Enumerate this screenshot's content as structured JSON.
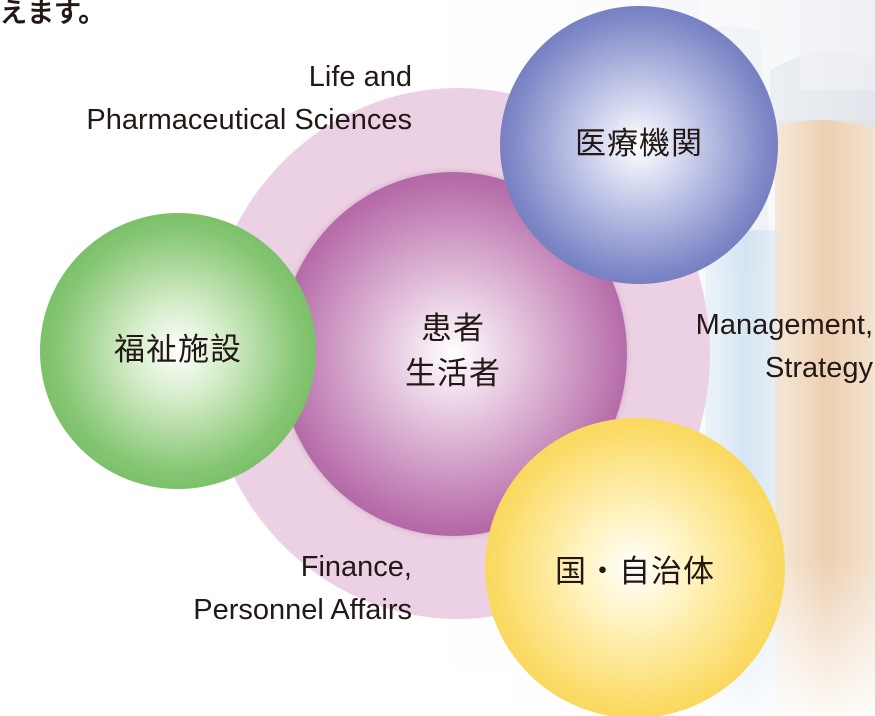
{
  "intro": {
    "text": "えます。"
  },
  "outer_labels": {
    "life_line1": "Life and",
    "life_line2": "Pharmaceutical Sciences",
    "management_line1": "Management,",
    "management_line2": "Strategy",
    "finance_line1": "Finance,",
    "finance_line2": "Personnel Affairs"
  },
  "circles": {
    "medical_institution": "医療機関",
    "welfare_facility": "福祉施設",
    "patient": "患者",
    "consumer": "生活者",
    "government": "国・自治体"
  },
  "colors": {
    "ring": "#ecd0e3",
    "center": "#b76daa",
    "medical_institution": "#7d86c6",
    "welfare_facility": "#86c673",
    "government": "#fbdc6a"
  }
}
